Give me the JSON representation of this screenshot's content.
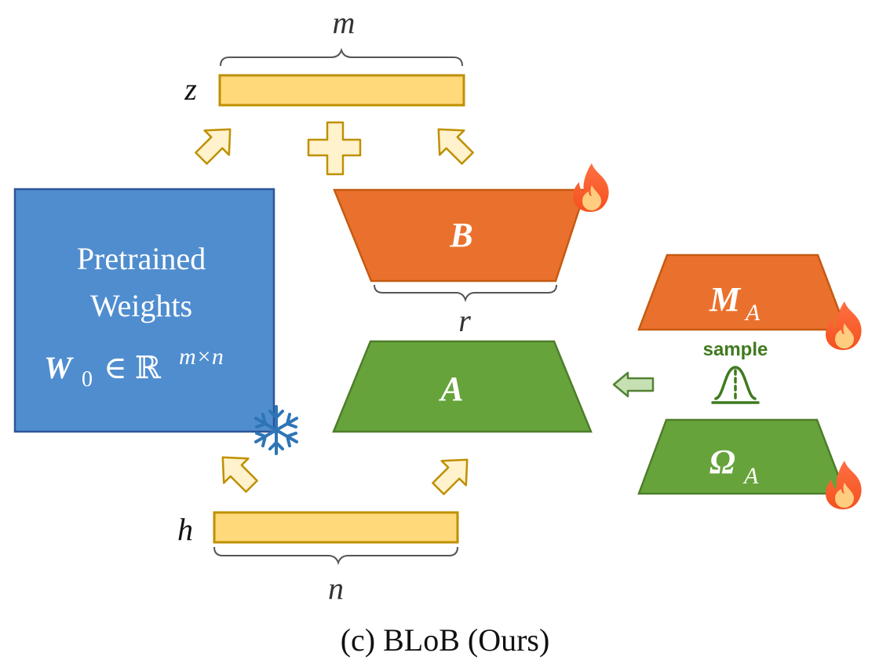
{
  "labels": {
    "m": "m",
    "n": "n",
    "r": "r",
    "z": "z",
    "h": "h",
    "B": "B",
    "A": "A",
    "M": "M",
    "M_sub": "A",
    "Omega": "Ω",
    "Omega_sub": "A",
    "pretrained_line1": "Pretrained",
    "pretrained_line2": "Weights",
    "W": "W",
    "W_sub": "0",
    "W_in": "∈ ℝ",
    "W_sup": "m×n",
    "sample": "sample",
    "caption": "(c) BLoB (Ours)"
  },
  "colors": {
    "pretrained_blue": "#4f8dcf",
    "pretrained_border": "#2f5597",
    "orange": "#ea712d",
    "orange_border": "#c55a11",
    "green": "#67a33b",
    "green_border": "#4e7d2b",
    "yellow_bar": "#ffd97a",
    "yellow_border": "#bf9000",
    "arrow_fill": "#fff2cc",
    "snowflake": "#2e75b6",
    "sample_green": "#3f7a1f"
  },
  "icons": {
    "flame": "flame-icon",
    "snowflake": "snowflake-icon",
    "gaussian": "gaussian-icon"
  }
}
